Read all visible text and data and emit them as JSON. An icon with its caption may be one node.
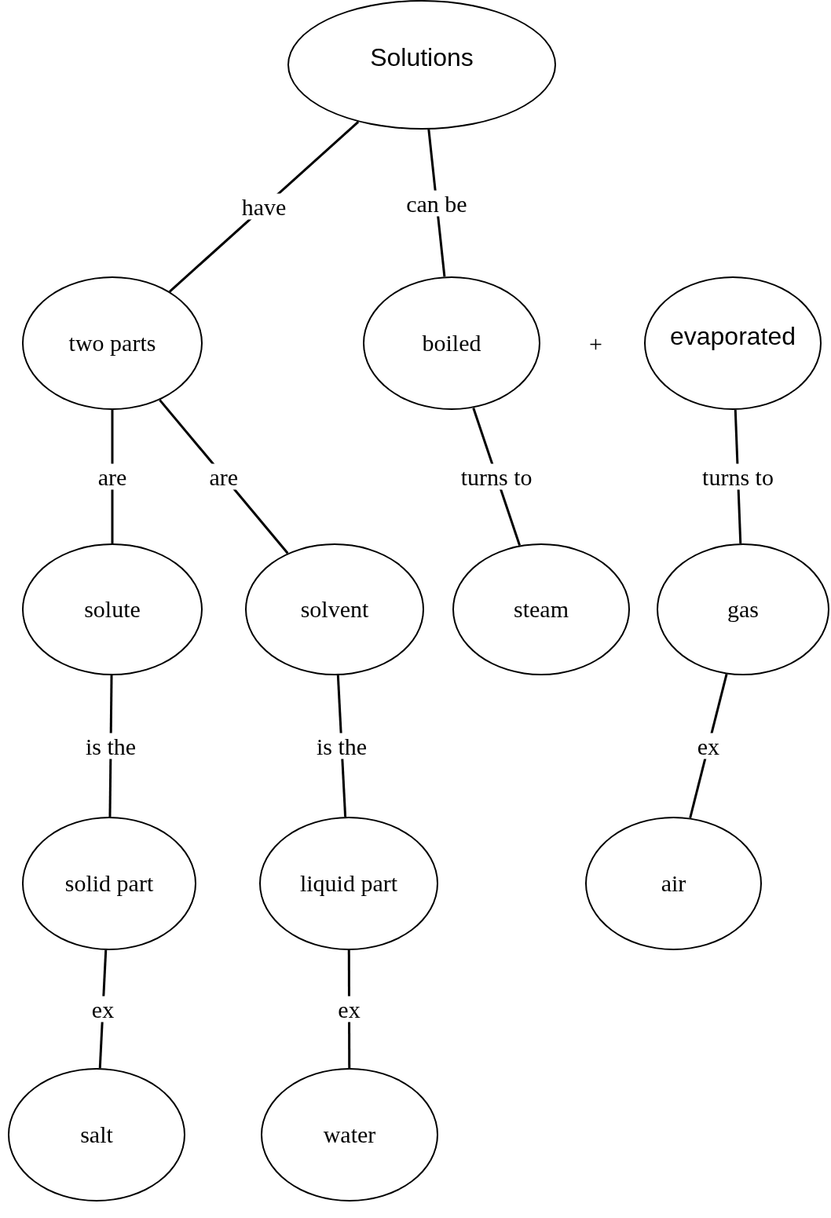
{
  "diagram": {
    "nodes": [
      {
        "text": [
          "Solutions"
        ]
      },
      {
        "text": [
          "two parts"
        ]
      },
      {
        "text": [
          "boiled"
        ]
      },
      {
        "text": [
          "evaporated"
        ]
      },
      {
        "text": [
          "solute"
        ]
      },
      {
        "text": [
          "solvent"
        ]
      },
      {
        "text": [
          "steam"
        ]
      },
      {
        "text": [
          "gas"
        ]
      },
      {
        "text": [
          "solid part"
        ]
      },
      {
        "text": [
          "liquid part"
        ]
      },
      {
        "text": [
          "air"
        ]
      },
      {
        "text": [
          "salt"
        ]
      },
      {
        "text": [
          "water"
        ]
      }
    ],
    "edges": [
      {
        "from": 0,
        "to": 1,
        "arrow": "none",
        "label": "have"
      },
      {
        "from": 0,
        "to": 2,
        "arrow": "none",
        "label": "can be"
      },
      {
        "from": 1,
        "to": 4,
        "arrow": "none",
        "label": "are"
      },
      {
        "from": 1,
        "to": 5,
        "arrow": "none",
        "label": "are"
      },
      {
        "from": 2,
        "to": 6,
        "arrow": "none",
        "label": "turns to"
      },
      {
        "from": 3,
        "to": 7,
        "arrow": "none",
        "label": "turns to"
      },
      {
        "from": 4,
        "to": 8,
        "arrow": "none",
        "label": "is the"
      },
      {
        "from": 5,
        "to": 9,
        "arrow": "none",
        "label": "is the"
      },
      {
        "from": 7,
        "to": 10,
        "arrow": "none",
        "label": "ex"
      },
      {
        "from": 8,
        "to": 11,
        "arrow": "none",
        "label": "ex"
      },
      {
        "from": 9,
        "to": 12,
        "arrow": "none",
        "label": "ex"
      }
    ],
    "labels": [
      "+"
    ]
  }
}
